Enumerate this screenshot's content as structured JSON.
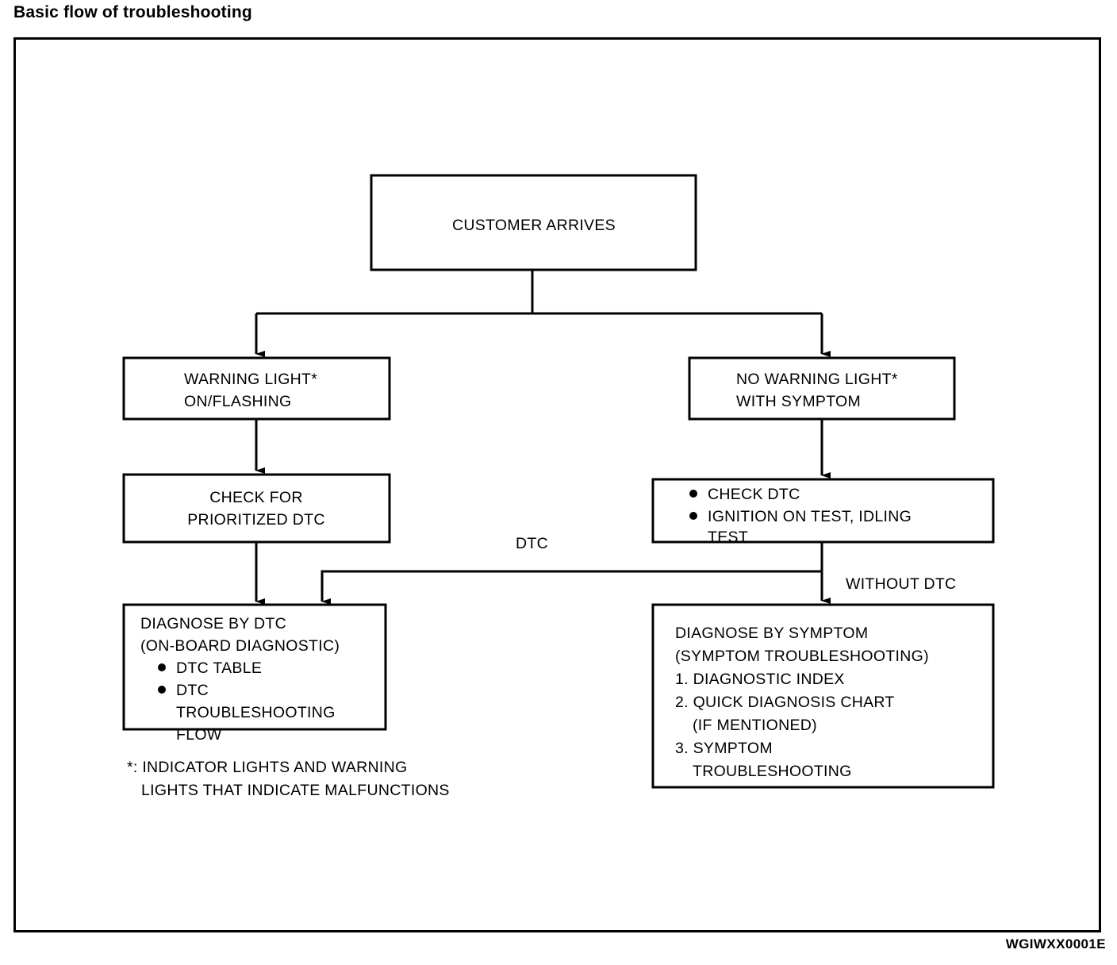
{
  "page": {
    "title": "Basic flow of troubleshooting",
    "figure_code": "WGIWXX0001E"
  },
  "chart_data": {
    "type": "flowchart",
    "title": "Basic flow of troubleshooting",
    "orientation": "top-down",
    "nodes": [
      {
        "id": "customer-arrives",
        "label": "CUSTOMER ARRIVES"
      },
      {
        "id": "warning-light-on",
        "label": "WARNING LIGHT* ON/FLASHING"
      },
      {
        "id": "no-warning-light",
        "label": "NO WARNING LIGHT* WITH SYMPTOM"
      },
      {
        "id": "check-prioritized-dtc",
        "label": "CHECK FOR PRIORITIZED DTC"
      },
      {
        "id": "check-dtc-tests",
        "label": "CHECK DTC / IGNITION ON TEST, IDLING TEST"
      },
      {
        "id": "diagnose-by-dtc",
        "label": "DIAGNOSE BY DTC (ON-BOARD DIAGNOSTIC)"
      },
      {
        "id": "diagnose-by-symptom",
        "label": "DIAGNOSE BY SYMPTOM (SYMPTOM TROUBLESHOOTING)"
      }
    ],
    "edges": [
      {
        "from": "customer-arrives",
        "to": "warning-light-on",
        "label": ""
      },
      {
        "from": "customer-arrives",
        "to": "no-warning-light",
        "label": ""
      },
      {
        "from": "warning-light-on",
        "to": "check-prioritized-dtc",
        "label": ""
      },
      {
        "from": "no-warning-light",
        "to": "check-dtc-tests",
        "label": ""
      },
      {
        "from": "check-prioritized-dtc",
        "to": "diagnose-by-dtc",
        "label": ""
      },
      {
        "from": "check-dtc-tests",
        "to": "diagnose-by-dtc",
        "label": "DTC"
      },
      {
        "from": "check-dtc-tests",
        "to": "diagnose-by-symptom",
        "label": "WITHOUT DTC"
      }
    ]
  },
  "nodes": {
    "customer_arrives": {
      "lines": [
        "CUSTOMER ARRIVES"
      ]
    },
    "warning_light": {
      "lines": [
        "WARNING LIGHT*",
        "ON/FLASHING"
      ]
    },
    "no_warning_light": {
      "lines": [
        "NO WARNING LIGHT*",
        "WITH SYMPTOM"
      ]
    },
    "check_prioritized_dtc": {
      "lines": [
        "CHECK FOR",
        "PRIORITIZED DTC"
      ]
    },
    "check_dtc_tests": {
      "bullets": [
        "CHECK DTC",
        "IGNITION ON TEST, IDLING"
      ],
      "continuation": "TEST"
    },
    "diagnose_by_dtc": {
      "heading": [
        "DIAGNOSE BY DTC",
        "(ON-BOARD DIAGNOSTIC)"
      ],
      "bullets": [
        "DTC TABLE",
        "DTC"
      ],
      "continuation": [
        "TROUBLESHOOTING",
        "FLOW"
      ]
    },
    "diagnose_by_symptom": {
      "heading": [
        "DIAGNOSE BY SYMPTOM",
        "(SYMPTOM TROUBLESHOOTING)"
      ],
      "items": [
        "1. DIAGNOSTIC INDEX",
        "2. QUICK DIAGNOSIS CHART",
        "(IF MENTIONED)",
        "3. SYMPTOM",
        "TROUBLESHOOTING"
      ]
    }
  },
  "edge_labels": {
    "dtc": "DTC",
    "without_dtc": "WITHOUT DTC"
  },
  "footnote": {
    "line1": "*: INDICATOR LIGHTS AND WARNING",
    "line2": "LIGHTS THAT INDICATE MALFUNCTIONS"
  }
}
